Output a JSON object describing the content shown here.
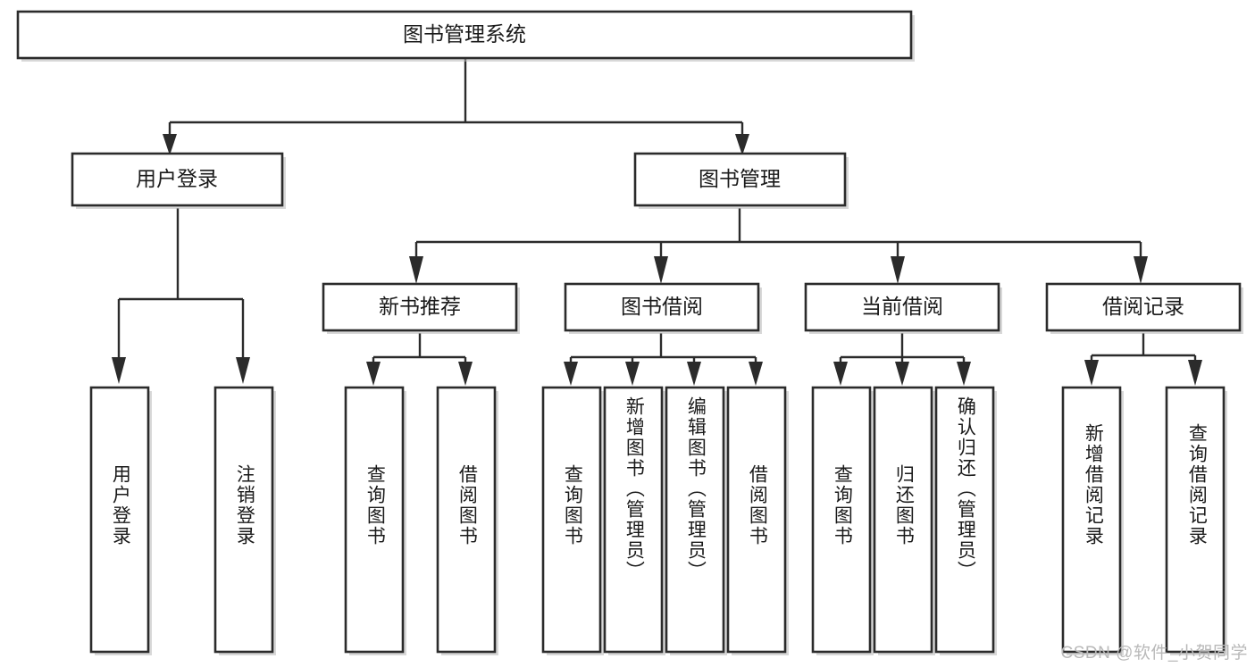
{
  "diagram": {
    "type": "tree",
    "title": "图书管理系统",
    "root": {
      "id": "root",
      "label": "图书管理系统",
      "orientation": "horizontal"
    },
    "level2": [
      {
        "id": "user-login",
        "label": "用户登录",
        "orientation": "horizontal"
      },
      {
        "id": "book-manage",
        "label": "图书管理",
        "orientation": "horizontal"
      }
    ],
    "level3": [
      {
        "id": "new-book-rec",
        "label": "新书推荐",
        "orientation": "horizontal"
      },
      {
        "id": "book-borrow",
        "label": "图书借阅",
        "orientation": "horizontal"
      },
      {
        "id": "current-borrow",
        "label": "当前借阅",
        "orientation": "horizontal"
      },
      {
        "id": "borrow-record",
        "label": "借阅记录",
        "orientation": "horizontal"
      }
    ],
    "leaves": [
      {
        "id": "leaf-user-login",
        "label": "用户登录",
        "parent": "user-login",
        "orientation": "vertical"
      },
      {
        "id": "leaf-logout",
        "label": "注销登录",
        "parent": "user-login",
        "orientation": "vertical"
      },
      {
        "id": "leaf-query-book-1",
        "label": "查询图书",
        "parent": "new-book-rec",
        "orientation": "vertical"
      },
      {
        "id": "leaf-borrow-book-1",
        "label": "借阅图书",
        "parent": "new-book-rec",
        "orientation": "vertical"
      },
      {
        "id": "leaf-query-book-2",
        "label": "查询图书",
        "parent": "book-borrow",
        "orientation": "vertical"
      },
      {
        "id": "leaf-add-book",
        "label": "新增图书（管理员）",
        "parent": "book-borrow",
        "orientation": "vertical"
      },
      {
        "id": "leaf-edit-book",
        "label": "编辑图书（管理员）",
        "parent": "book-borrow",
        "orientation": "vertical"
      },
      {
        "id": "leaf-borrow-book-2",
        "label": "借阅图书",
        "parent": "book-borrow",
        "orientation": "vertical"
      },
      {
        "id": "leaf-query-book-3",
        "label": "查询图书",
        "parent": "current-borrow",
        "orientation": "vertical"
      },
      {
        "id": "leaf-return-book",
        "label": "归还图书",
        "parent": "current-borrow",
        "orientation": "vertical"
      },
      {
        "id": "leaf-confirm-return",
        "label": "确认归还（管理员）",
        "parent": "current-borrow",
        "orientation": "vertical"
      },
      {
        "id": "leaf-add-record",
        "label": "新增借阅记录",
        "parent": "borrow-record",
        "orientation": "vertical"
      },
      {
        "id": "leaf-query-record",
        "label": "查询借阅记录",
        "parent": "borrow-record",
        "orientation": "vertical"
      }
    ],
    "colors": {
      "box_fill": "#ffffff",
      "box_stroke": "#2b2b2b",
      "connector": "#2b2b2b",
      "text": "#1a1a1a",
      "background": "#ffffff",
      "watermark": "#b9b9b9"
    }
  },
  "watermark": {
    "text": "CSDN @软件_小贺同学"
  }
}
